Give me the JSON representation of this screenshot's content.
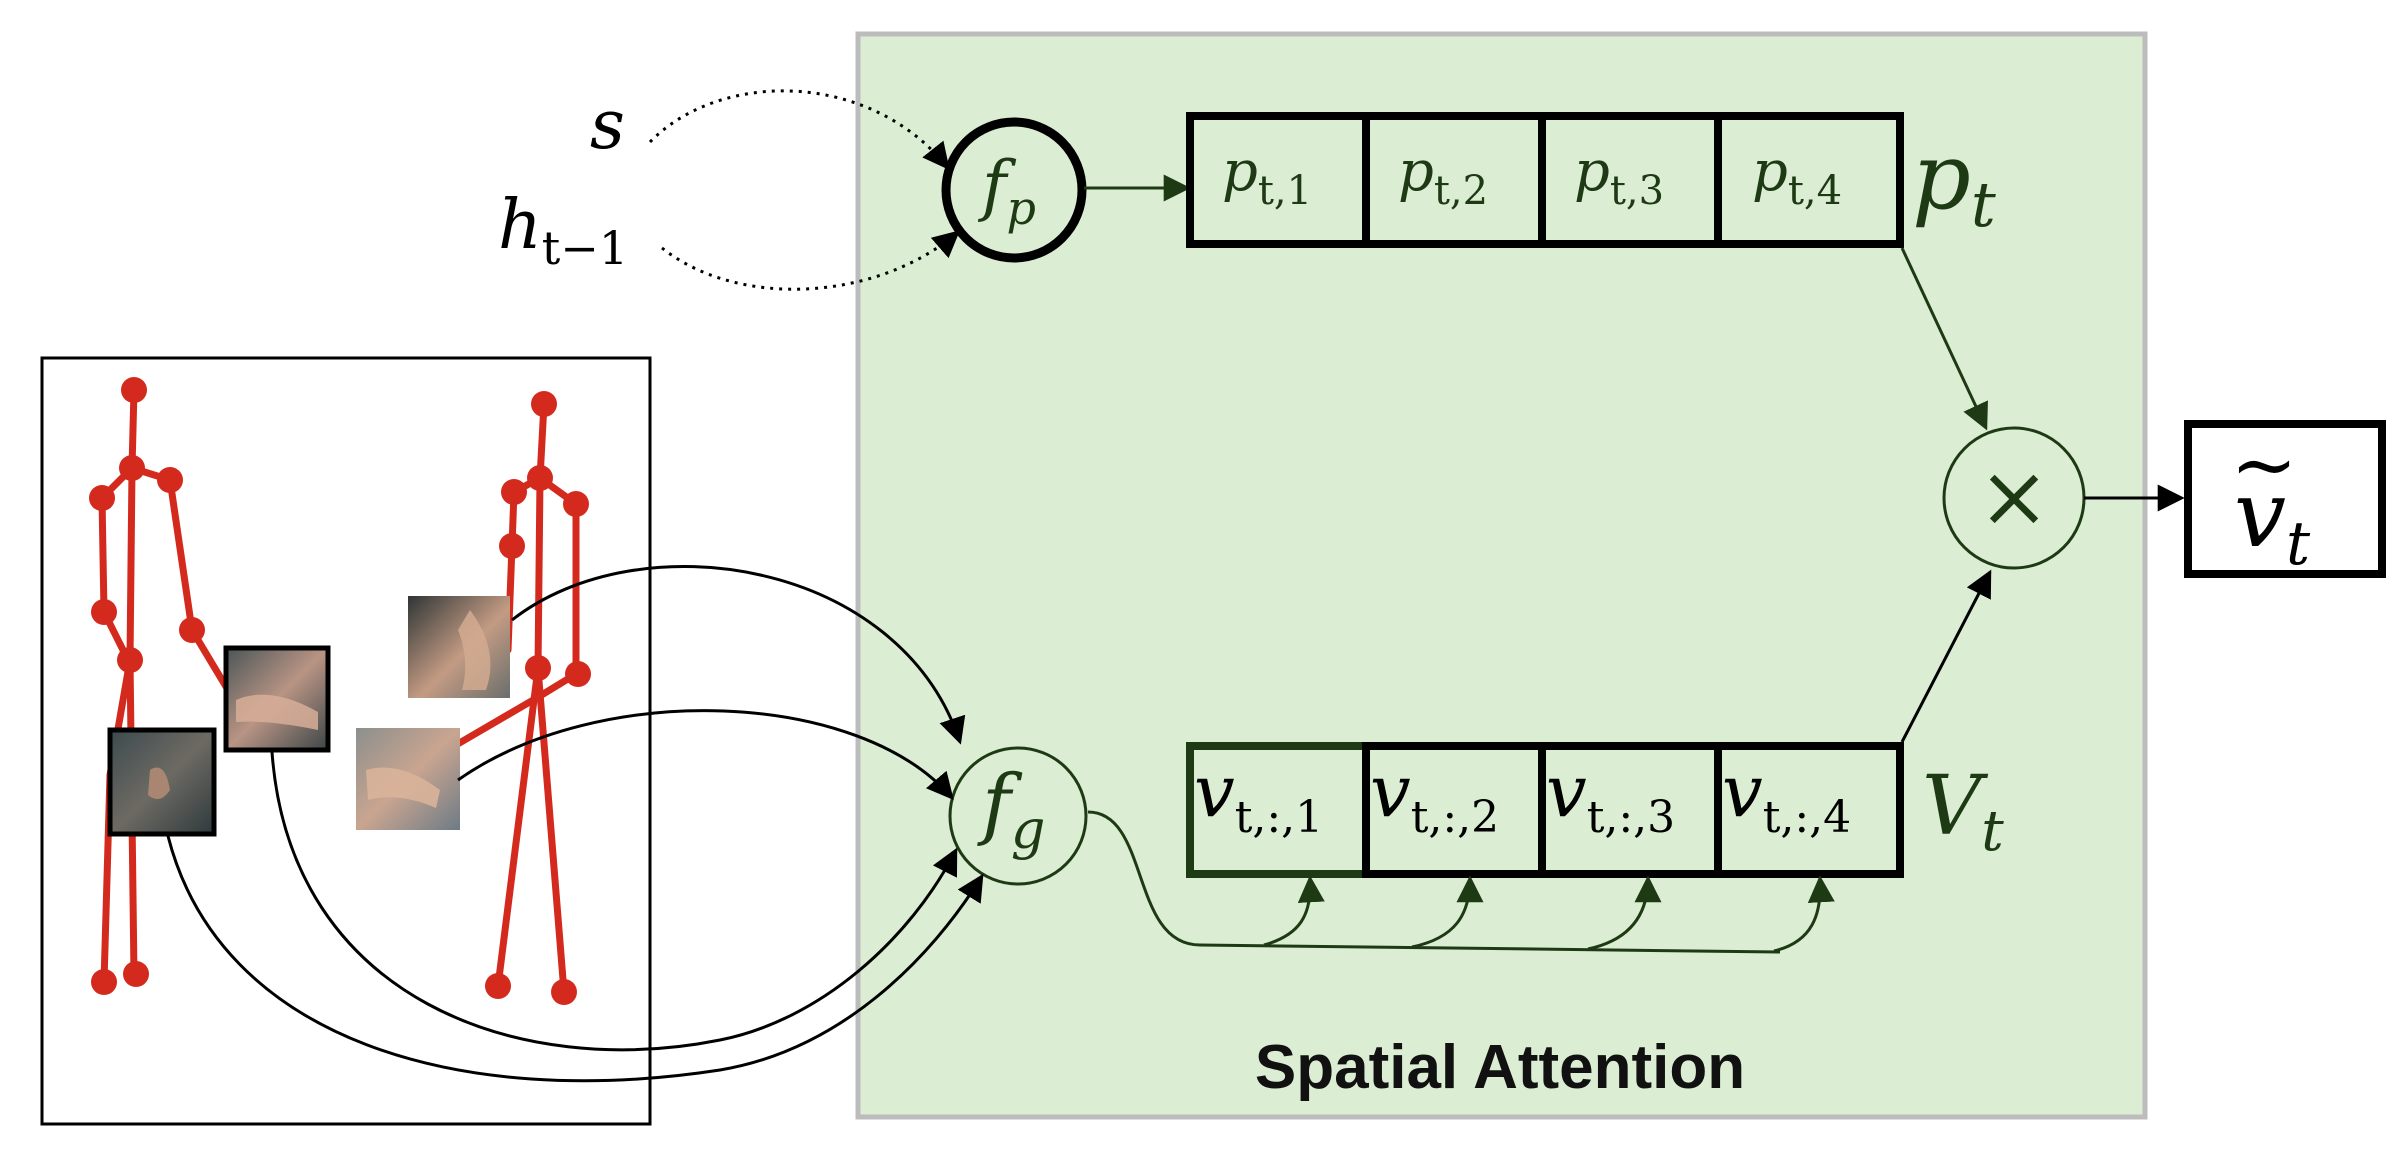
{
  "colors": {
    "panel_fill": "#dbedd2",
    "panel_border": "#bcbcbc",
    "dark_green": "#1e3a14",
    "skeleton_red": "#d42a1e",
    "black": "#000000"
  },
  "panel": {
    "title": "Spatial Attention"
  },
  "inputs": {
    "s": "s",
    "h_main": "h",
    "h_sub": "t−1"
  },
  "nodes": {
    "fp": {
      "main": "f",
      "sub": "p"
    },
    "fg": {
      "main": "f",
      "sub": "g"
    },
    "multiply": "×",
    "output": {
      "main": "v",
      "sub": "t",
      "accent": "~"
    }
  },
  "p_vector": {
    "label_main": "p",
    "label_sub": "t",
    "cells": [
      {
        "main": "p",
        "sub": "t,1"
      },
      {
        "main": "p",
        "sub": "t,2"
      },
      {
        "main": "p",
        "sub": "t,3"
      },
      {
        "main": "p",
        "sub": "t,4"
      }
    ]
  },
  "v_vector": {
    "label_main": "V",
    "label_sub": "t",
    "cells": [
      {
        "main": "v",
        "sub": "t,:,1"
      },
      {
        "main": "v",
        "sub": "t,:,2"
      },
      {
        "main": "v",
        "sub": "t,:,3"
      },
      {
        "main": "v",
        "sub": "t,:,4"
      }
    ]
  },
  "icons": {
    "skeleton_left": "human-skeleton-icon",
    "skeleton_right": "human-skeleton-icon",
    "patches": [
      "hand-patch-icon",
      "hand-patch-icon",
      "hand-patch-icon",
      "hand-patch-icon"
    ]
  }
}
